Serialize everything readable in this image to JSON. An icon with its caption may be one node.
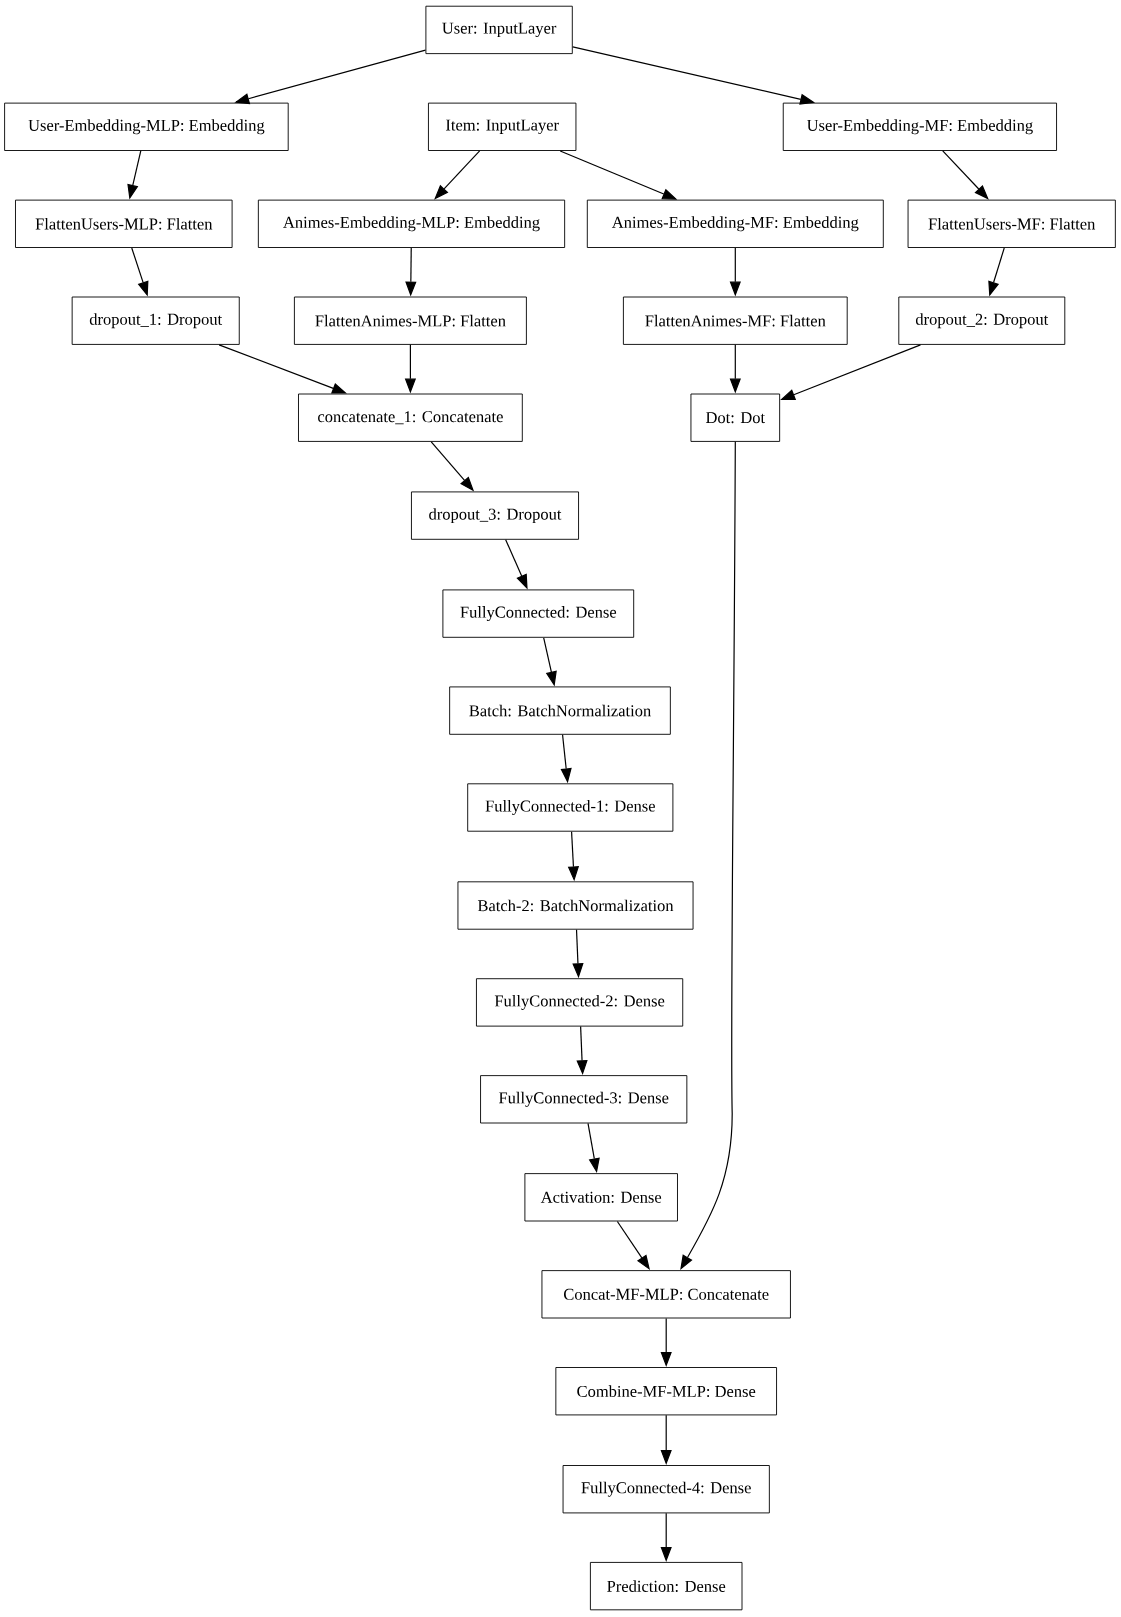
{
  "diagram": {
    "nodes": [
      {
        "text": [
          "User: InputLayer"
        ]
      },
      {
        "text": [
          "User-Embedding-MLP: Embedding"
        ]
      },
      {
        "text": [
          "Item: InputLayer"
        ]
      },
      {
        "text": [
          "User-Embedding-MF: Embedding"
        ]
      },
      {
        "text": [
          "FlattenUsers-MLP: Flatten"
        ]
      },
      {
        "text": [
          "Animes-Embedding-MLP: Embedding"
        ]
      },
      {
        "text": [
          "Animes-Embedding-MF: Embedding"
        ]
      },
      {
        "text": [
          "FlattenUsers-MF: Flatten"
        ]
      },
      {
        "text": [
          "dropout_1: Dropout"
        ]
      },
      {
        "text": [
          "FlattenAnimes-MLP: Flatten"
        ]
      },
      {
        "text": [
          "FlattenAnimes-MF: Flatten"
        ]
      },
      {
        "text": [
          "dropout_2: Dropout"
        ]
      },
      {
        "text": [
          "concatenate_1: Concatenate"
        ]
      },
      {
        "text": [
          "Dot: Dot"
        ]
      },
      {
        "text": [
          "dropout_3: Dropout"
        ]
      },
      {
        "text": [
          "FullyConnected: Dense"
        ]
      },
      {
        "text": [
          "Batch: BatchNormalization"
        ]
      },
      {
        "text": [
          "FullyConnected-1: Dense"
        ]
      },
      {
        "text": [
          "Batch-2: BatchNormalization"
        ]
      },
      {
        "text": [
          "FullyConnected-2: Dense"
        ]
      },
      {
        "text": [
          "FullyConnected-3: Dense"
        ]
      },
      {
        "text": [
          "Activation: Dense"
        ]
      },
      {
        "text": [
          "Concat-MF-MLP: Concatenate"
        ]
      },
      {
        "text": [
          "Combine-MF-MLP: Dense"
        ]
      },
      {
        "text": [
          "FullyConnected-4: Dense"
        ]
      },
      {
        "text": [
          "Prediction: Dense"
        ]
      }
    ],
    "edges": [
      {
        "from": 0,
        "to": 1,
        "arrow": "to"
      },
      {
        "from": 0,
        "to": 3,
        "arrow": "to"
      },
      {
        "from": 2,
        "to": 5,
        "arrow": "to"
      },
      {
        "from": 2,
        "to": 6,
        "arrow": "to"
      },
      {
        "from": 1,
        "to": 4,
        "arrow": "to"
      },
      {
        "from": 3,
        "to": 7,
        "arrow": "to"
      },
      {
        "from": 4,
        "to": 8,
        "arrow": "to"
      },
      {
        "from": 5,
        "to": 9,
        "arrow": "to"
      },
      {
        "from": 6,
        "to": 10,
        "arrow": "to"
      },
      {
        "from": 7,
        "to": 11,
        "arrow": "to"
      },
      {
        "from": 8,
        "to": 12,
        "arrow": "to"
      },
      {
        "from": 9,
        "to": 12,
        "arrow": "to"
      },
      {
        "from": 10,
        "to": 13,
        "arrow": "to"
      },
      {
        "from": 11,
        "to": 13,
        "arrow": "to"
      },
      {
        "from": 12,
        "to": 14,
        "arrow": "to"
      },
      {
        "from": 14,
        "to": 15,
        "arrow": "to"
      },
      {
        "from": 15,
        "to": 16,
        "arrow": "to"
      },
      {
        "from": 16,
        "to": 17,
        "arrow": "to"
      },
      {
        "from": 17,
        "to": 18,
        "arrow": "to"
      },
      {
        "from": 18,
        "to": 19,
        "arrow": "to"
      },
      {
        "from": 19,
        "to": 20,
        "arrow": "to"
      },
      {
        "from": 20,
        "to": 21,
        "arrow": "to"
      },
      {
        "from": 21,
        "to": 22,
        "arrow": "to"
      },
      {
        "from": 13,
        "to": 22,
        "arrow": "to"
      },
      {
        "from": 22,
        "to": 23,
        "arrow": "to"
      },
      {
        "from": 23,
        "to": 24,
        "arrow": "to"
      },
      {
        "from": 24,
        "to": 25,
        "arrow": "to"
      }
    ]
  }
}
